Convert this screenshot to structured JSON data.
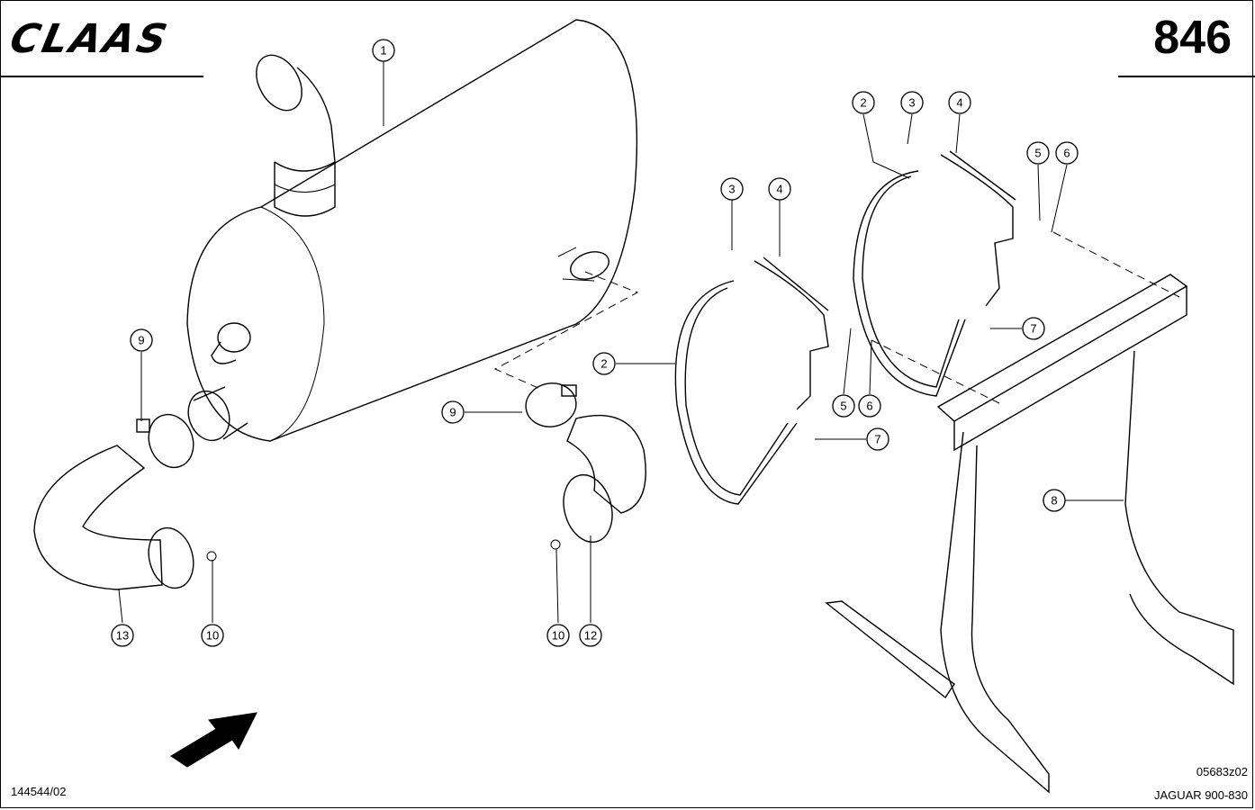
{
  "header": {
    "brand": "CLAAS",
    "page_number": "846"
  },
  "footer": {
    "drawing_number": "144544/02",
    "figure_code": "05683z02",
    "model": "JAGUAR 900-830"
  },
  "callouts": [
    {
      "id": "c1",
      "label": "1"
    },
    {
      "id": "c2a",
      "label": "2"
    },
    {
      "id": "c3a",
      "label": "3"
    },
    {
      "id": "c4a",
      "label": "4"
    },
    {
      "id": "c5a",
      "label": "5"
    },
    {
      "id": "c6a",
      "label": "6"
    },
    {
      "id": "c2b",
      "label": "2"
    },
    {
      "id": "c3b",
      "label": "3"
    },
    {
      "id": "c4b",
      "label": "4"
    },
    {
      "id": "c5b",
      "label": "5"
    },
    {
      "id": "c6b",
      "label": "6"
    },
    {
      "id": "c7a",
      "label": "7"
    },
    {
      "id": "c7b",
      "label": "7"
    },
    {
      "id": "c8",
      "label": "8"
    },
    {
      "id": "c9a",
      "label": "9"
    },
    {
      "id": "c9b",
      "label": "9"
    },
    {
      "id": "c10a",
      "label": "10"
    },
    {
      "id": "c10b",
      "label": "10"
    },
    {
      "id": "c12",
      "label": "12"
    },
    {
      "id": "c13",
      "label": "13"
    }
  ]
}
